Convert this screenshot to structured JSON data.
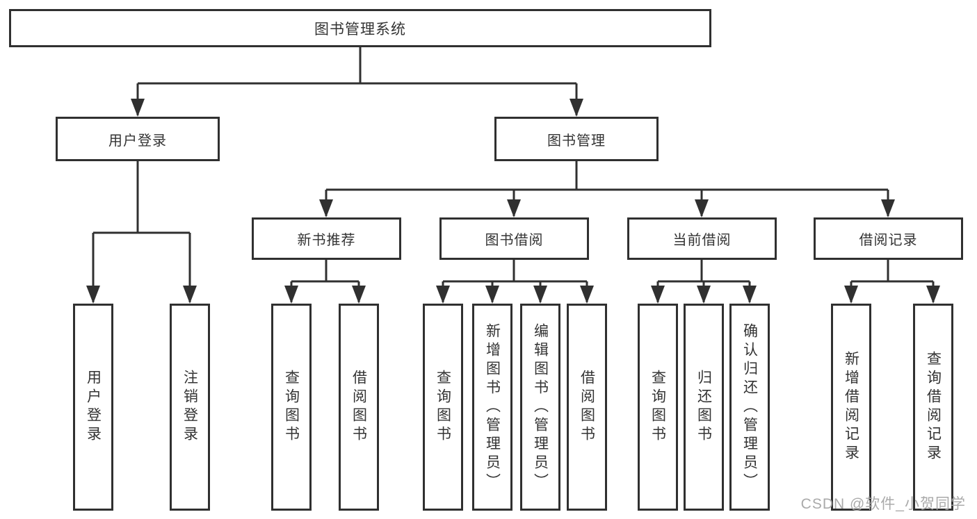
{
  "diagram": {
    "root": "图书管理系统",
    "branches": {
      "user_login": "用户登录",
      "book_management": "图书管理"
    },
    "modules": {
      "new_book_recommend": "新书推荐",
      "book_borrow": "图书借阅",
      "current_borrow": "当前借阅",
      "borrow_records": "借阅记录"
    },
    "leaves": {
      "user_login": [
        "用户登录",
        "注销登录"
      ],
      "new_book_recommend": [
        "查询图书",
        "借阅图书"
      ],
      "book_borrow": [
        "查询图书",
        "新增图书（管理员）",
        "编辑图书（管理员）",
        "借阅图书"
      ],
      "current_borrow": [
        "查询图书",
        "归还图书",
        "确认归还（管理员）"
      ],
      "borrow_records": [
        "新增借阅记录",
        "查询借阅记录"
      ]
    }
  },
  "watermark": "CSDN @软件_小贺同学",
  "colors": {
    "line": "#303030",
    "text": "#333333",
    "watermark": "#a5a5a5",
    "background": "#ffffff"
  }
}
